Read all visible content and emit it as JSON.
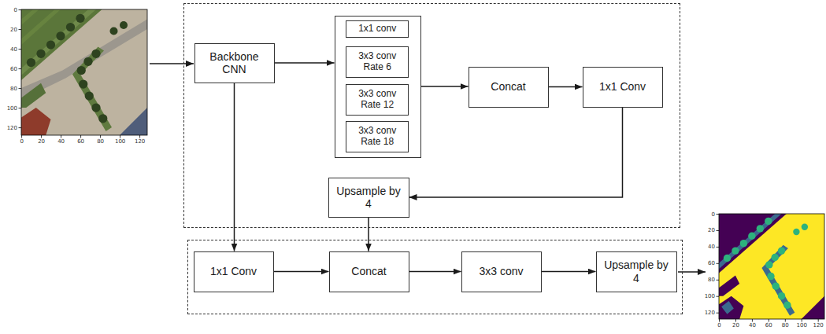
{
  "diagram": {
    "nodes": [
      {
        "text": []
      },
      {
        "text": [
          "Backbone CNN"
        ],
        "in": 0
      },
      {
        "text": [],
        "in": 0
      },
      {
        "text": [
          "1x1 conv"
        ],
        "in": 2
      },
      {
        "text": [
          "3x3 conv Rate 6"
        ],
        "in": 2
      },
      {
        "text": [
          "3x3 conv Rate 12"
        ],
        "in": 2
      },
      {
        "text": [
          "3x3 conv Rate 18"
        ],
        "in": 2
      },
      {
        "text": [
          "Concat"
        ],
        "in": 0
      },
      {
        "text": [
          "1x1 Conv"
        ],
        "in": 0
      },
      {
        "text": [
          "Upsample by 4"
        ],
        "in": 0
      },
      {
        "text": []
      },
      {
        "text": [
          "1x1 Conv"
        ],
        "in": 10
      },
      {
        "text": [
          "Concat"
        ],
        "in": 10
      },
      {
        "text": [
          "3x3 conv"
        ],
        "in": 10
      },
      {
        "text": [
          "Upsample by 4"
        ],
        "in": 10
      }
    ],
    "edges": [
      {
        "from": 1,
        "to": 2,
        "arrow": "to"
      },
      {
        "from": 2,
        "to": 7,
        "arrow": "to"
      },
      {
        "from": 7,
        "to": 8,
        "arrow": "to"
      },
      {
        "from": 8,
        "to": 9,
        "arrow": "to"
      },
      {
        "from": 9,
        "to": 12,
        "arrow": "to"
      },
      {
        "from": 1,
        "to": 11,
        "arrow": "to"
      },
      {
        "from": 11,
        "to": 12,
        "arrow": "to"
      },
      {
        "from": 12,
        "to": 13,
        "arrow": "to"
      },
      {
        "from": 13,
        "to": 14,
        "arrow": "to"
      }
    ],
    "labels": [
      "0",
      "20",
      "40",
      "60",
      "80",
      "100",
      "120",
      "0",
      "20",
      "40",
      "60",
      "80",
      "100",
      "120",
      "0",
      "20",
      "40",
      "60",
      "80",
      "100",
      "120",
      "0",
      "20",
      "40",
      "60",
      "80",
      "100",
      "120"
    ]
  }
}
